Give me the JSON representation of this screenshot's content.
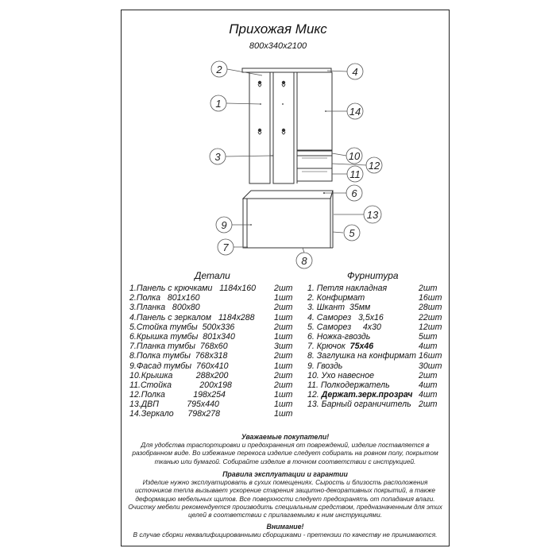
{
  "title": "Прихожая Микс",
  "dimensions": "800х340х2100",
  "callouts": [
    "1",
    "2",
    "3",
    "4",
    "5",
    "6",
    "7",
    "8",
    "9",
    "10",
    "11",
    "12",
    "13",
    "14"
  ],
  "details": {
    "heading": "Детали",
    "items": [
      {
        "name": "1.Панель с крючками   1184х160",
        "qty": "2шт"
      },
      {
        "name": "2.Полка   801х160",
        "qty": "1шт"
      },
      {
        "name": "3.Планка   800х80",
        "qty": "2шт"
      },
      {
        "name": "4.Панель с зеркалом   1184х288",
        "qty": "1шт"
      },
      {
        "name": "5.Стойка тумбы  500х336",
        "qty": "2шт"
      },
      {
        "name": "6.Крышка тумбы  801х340",
        "qty": "1шт"
      },
      {
        "name": "7.Планка тумбы  768х60",
        "qty": "3шт"
      },
      {
        "name": "8.Полка тумбы  768х318",
        "qty": "2шт"
      },
      {
        "name": "9.Фасад тумбы  760х410",
        "qty": "1шт"
      },
      {
        "name": "10.Крышка          288х200",
        "qty": "2шт"
      },
      {
        "name": "11.Стойка            200х198",
        "qty": "2шт"
      },
      {
        "name": "12.Полка            198х254",
        "qty": "1шт"
      },
      {
        "name": "13.ДВП            795х440",
        "qty": "1шт"
      },
      {
        "name": "14.Зеркало      798х278",
        "qty": "1шт"
      }
    ]
  },
  "hardware": {
    "heading": "Фурнитура",
    "items": [
      {
        "name": "1. Петля накладная",
        "qty": "2шт"
      },
      {
        "name": "2. Конфирмат",
        "qty": "16шт"
      },
      {
        "name": "3. Шкант  35мм",
        "qty": "28шт"
      },
      {
        "name": "4. Саморез   3,5х16",
        "qty": "22шт"
      },
      {
        "name": "5. Саморез     4х30",
        "qty": "12шт"
      },
      {
        "name": "6. Ножка-гвоздь",
        "qty": "5шт"
      },
      {
        "name": "7. Крючок  ",
        "bold": "75х46",
        "qty": "4шт"
      },
      {
        "name": "8. Заглушка на конфирмат",
        "qty": "16шт"
      },
      {
        "name": "9. Гвоздь",
        "qty": "30шт"
      },
      {
        "name": "10. Ухо навесное",
        "qty": "2шт"
      },
      {
        "name": "11. Полкодержатель",
        "qty": "4шт"
      },
      {
        "name": "12. ",
        "bold": "Держат.зерк.прозрач",
        "qty": "4шт"
      },
      {
        "name": "13. Барный ограничитель",
        "qty": "2шт"
      }
    ]
  },
  "notes": {
    "greeting": "Уважаемые покупатели!",
    "greeting_text": "Для удобства траспортировки и предохранения от повреждений, изделие поставляется в разобранном виде. Во избежание перекоса изделие следует собирать на ровном полу, покрытом тканью или бумагой. Собирайте изделие в точном соответствии с инструкцией.",
    "rules_title": "Правила эксплуатации и гарантии",
    "rules_text": "Изделие нужно эксплуатировать в сухих помещениях. Сырость и близость расположения источников тепла вызывает ускорение старения защитно-декоративных покрытий, а также деформацию мебельных щитов. Все поверхности следует предохранять от попадания влаги. Очистку мебели рекомендуется производить специальным средством, предназначенным для этих целей в соответствии с прилагаемыми к ним инструкциями.",
    "attention_title": "Внимание!",
    "attention_text": "В случае сборки неквалифицированными сборщиками - претензии по качеству не принимаются."
  }
}
